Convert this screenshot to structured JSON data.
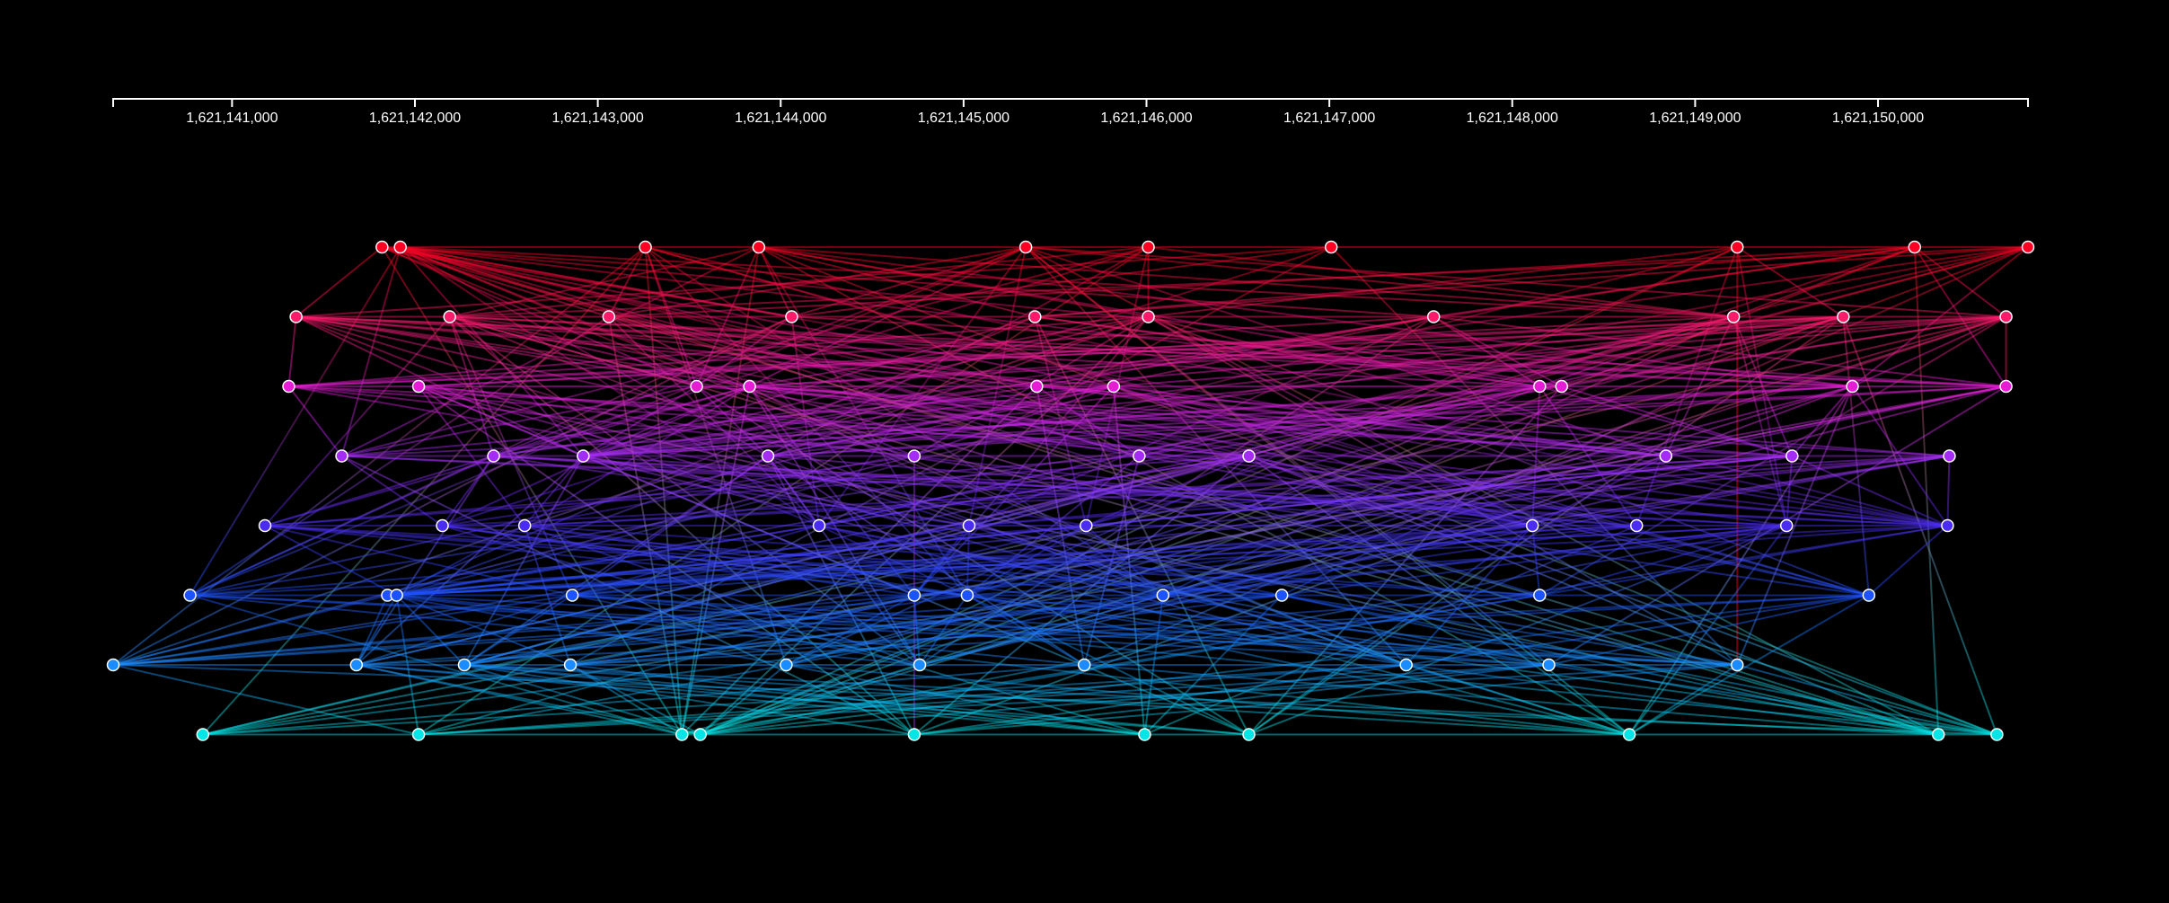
{
  "chart_data": {
    "type": "scatter",
    "background": "#000000",
    "layers": 8,
    "layer_colors": [
      "#ff0022",
      "#ff1a6a",
      "#e61cd6",
      "#a52cf4",
      "#4a2cf2",
      "#1d52ff",
      "#1a8cff",
      "#00e5e5"
    ],
    "xlim": [
      1621140350,
      1621150820
    ],
    "xticks": [
      1621141000,
      1621142000,
      1621143000,
      1621144000,
      1621145000,
      1621146000,
      1621147000,
      1621148000,
      1621149000,
      1621150000
    ],
    "xtick_labels": [
      "1,621,141,000",
      "1,621,142,000",
      "1,621,143,000",
      "1,621,144,000",
      "1,621,145,000",
      "1,621,146,000",
      "1,621,147,000",
      "1,621,148,000",
      "1,621,149,000",
      "1,621,150,000"
    ],
    "nodes": [
      [
        1621141820,
        1621141920,
        1621143260,
        1621143880,
        1621145340,
        1621146010,
        1621147010,
        1621149230,
        1621150200,
        1621150820
      ],
      [
        1621141350,
        1621142190,
        1621143060,
        1621144060,
        1621145390,
        1621146010,
        1621147570,
        1621149210,
        1621149810,
        1621150700
      ],
      [
        1621141310,
        1621142020,
        1621143540,
        1621143830,
        1621145400,
        1621145820,
        1621148150,
        1621148270,
        1621149860,
        1621150700
      ],
      [
        1621141600,
        1621142430,
        1621142920,
        1621143930,
        1621144730,
        1621145960,
        1621146560,
        1621148840,
        1621149530,
        1621150390
      ],
      [
        1621141180,
        1621142150,
        1621142600,
        1621144210,
        1621145030,
        1621145670,
        1621148110,
        1621148680,
        1621149500,
        1621150380
      ],
      [
        1621140770,
        1621141850,
        1621141900,
        1621142860,
        1621144730,
        1621145020,
        1621146090,
        1621146740,
        1621148150,
        1621149950
      ],
      [
        1621140350,
        1621141680,
        1621142270,
        1621142850,
        1621144030,
        1621144760,
        1621145660,
        1621147420,
        1621148200,
        1621149230
      ],
      [
        1621140840,
        1621142020,
        1621143460,
        1621143560,
        1621144730,
        1621145990,
        1621146560,
        1621148640,
        1621150330,
        1621150650
      ]
    ]
  }
}
